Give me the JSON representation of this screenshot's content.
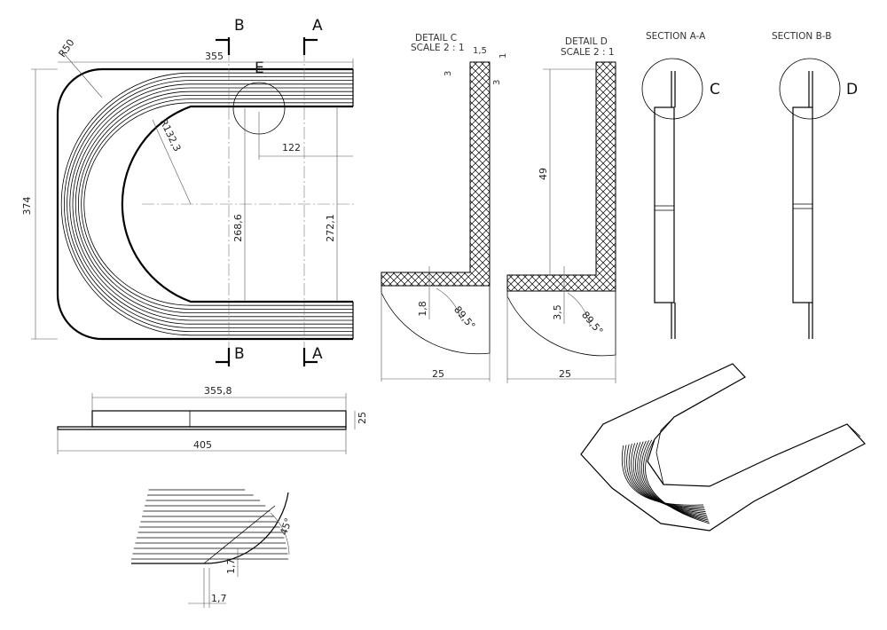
{
  "section_markers": {
    "b_top": "B",
    "a_top": "A",
    "b_bottom": "B",
    "a_bottom": "A",
    "e": "E"
  },
  "plan_dims": {
    "r50": "R50",
    "d355": "355",
    "r132": "R132,3",
    "d122": "122",
    "d374": "374",
    "d268": "268,6",
    "d272": "272,1"
  },
  "detail_c": {
    "title_1": "DETAIL C",
    "title_2": "SCALE 2 : 1",
    "d1_5": "1,5",
    "d1": "1",
    "d3a": "3",
    "d3b": "3",
    "d1_8": "1,8",
    "angle": "89,5°",
    "width": "25"
  },
  "detail_d": {
    "title_1": "DETAIL D",
    "title_2": "SCALE 2 : 1",
    "d49": "49",
    "d3_5": "3,5",
    "angle": "89,5°",
    "width": "25"
  },
  "section_aa": {
    "title": "SECTION A-A",
    "callout": "C"
  },
  "section_bb": {
    "title": "SECTION B-B",
    "callout": "D"
  },
  "side_view": {
    "d355_8": "355,8",
    "d25": "25",
    "d405": "405"
  },
  "detail_e": {
    "angle": "45°",
    "d1_7v": "1,7",
    "d1_7h": "1,7"
  }
}
